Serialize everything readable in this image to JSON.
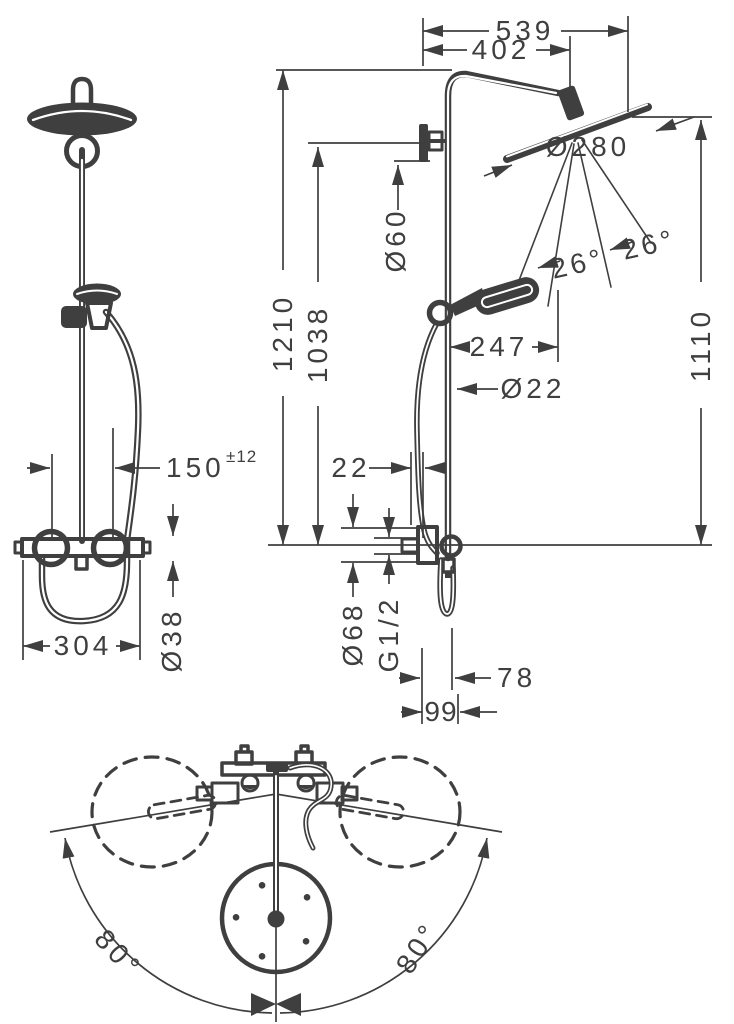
{
  "meta": {
    "kind": "technical-dimension-drawing",
    "subject": "shower-system",
    "line_color": "#3f3f3f",
    "background_color": "#ffffff"
  },
  "views": {
    "front": "front-view",
    "side": "side-view",
    "top": "top-view-swivel-range"
  },
  "dims": {
    "total_width": "539",
    "arm_projection": "402",
    "head_diameter": "Ø280",
    "head_tilt_left": "26°",
    "head_tilt_right": "26°",
    "bracket_diameter": "Ø60",
    "height_total": "1210",
    "height_bracket": "1038",
    "height_head": "1110",
    "handshower_reach": "247",
    "pipe_diameter": "Ø22",
    "wall_offset": "22",
    "supply_spacing": "150",
    "supply_tolerance": "±12",
    "thermostat_width": "304",
    "thermostat_diameter": "Ø38",
    "escutcheon_diameter": "Ø68",
    "thread": "G1/2",
    "hose_offset": "78",
    "outlet_offset": "99",
    "swivel_left": "80°",
    "swivel_right": "80°"
  }
}
